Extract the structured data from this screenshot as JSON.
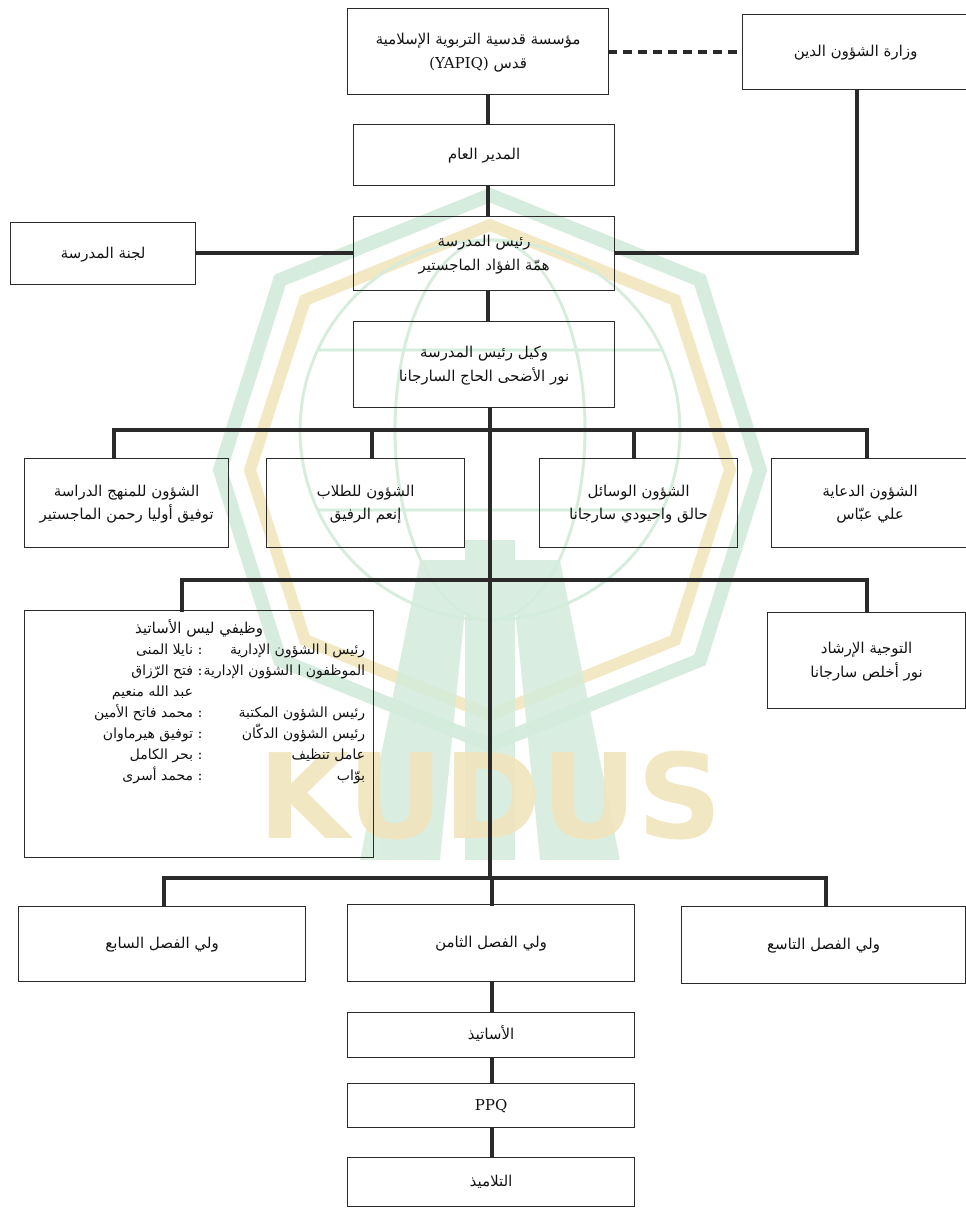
{
  "colors": {
    "line": "#2a2a2a",
    "watermark_green": "#cfe9d8",
    "watermark_gold": "#f1e5bd"
  },
  "watermark": {
    "text": "KUDUS"
  },
  "nodes": {
    "foundation": {
      "line1": "مؤسسة قدسية التربوية الإسلامية",
      "line2": "قدس (YAPIQ)"
    },
    "ministry": {
      "line1": "وزارة الشؤون الدين"
    },
    "general_director": {
      "line1": "المدير العام"
    },
    "headmaster": {
      "line1": "رئيس المدرسة",
      "line2": "همّة الفؤاد الماجستير"
    },
    "school_committee": {
      "line1": "لجنة المدرسة"
    },
    "vice_headmaster": {
      "line1": "وكيل رئيس المدرسة",
      "line2": "نور الأضحى الحاج السارجانا"
    },
    "curriculum": {
      "line1": "الشؤون للمنهج الدراسة",
      "line2": "توفيق أوليا رحمن الماجستير"
    },
    "students_affairs": {
      "line1": "الشؤون للطلاب",
      "line2": "إنعم الرفيق"
    },
    "facilities": {
      "line1": "الشؤون الوسائل",
      "line2": "حالق واحيودي سارجانا"
    },
    "dawah": {
      "line1": "الشؤون الدعاية",
      "line2": "علي عبّاس"
    },
    "counseling": {
      "line1": "التوجية الإرشاد",
      "line2": "نور أخلص سارجانا"
    },
    "class7": {
      "line1": "ولي الفصل السابع"
    },
    "class8": {
      "line1": "ولي الفصل الثامن"
    },
    "class9": {
      "line1": "ولي الفصل التاسع"
    },
    "teachers": {
      "line1": "الأساتيذ"
    },
    "ppq": {
      "line1": "PPQ"
    },
    "students": {
      "line1": "التلاميذ"
    }
  },
  "staff": {
    "title": "وظيفي ليس الأساتيذ",
    "separator": ":",
    "rows": [
      {
        "role": "رئيس ا الشؤون الإدارية",
        "name": "نايلا المنى"
      },
      {
        "role": "الموظفون ا الشؤون الإدارية",
        "name": "فتح الرّزاق"
      },
      {
        "role": "رئيس الشؤون المكتبة",
        "name": "محمد فاتح الأمين"
      },
      {
        "role": "رئيس الشؤون الدكّان",
        "name": "توفيق هيرماوان"
      },
      {
        "role": "عامل تنظيف",
        "name": "بحر الكامل"
      },
      {
        "role": "بوّاب",
        "name": "محمد أسرى"
      }
    ],
    "continuation": "عبد الله منعيم"
  }
}
